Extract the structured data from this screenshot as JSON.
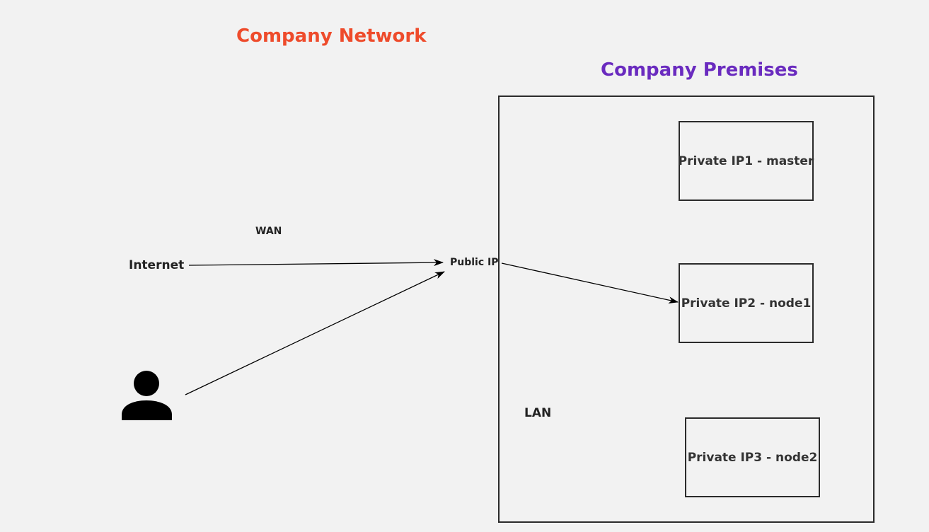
{
  "titles": {
    "network": "Company Network",
    "premises": "Company Premises"
  },
  "labels": {
    "wan": "WAN",
    "internet": "Internet",
    "public_ip": "Public IP",
    "lan": "LAN"
  },
  "nodes": [
    {
      "label": "Private IP1 - master"
    },
    {
      "label": "Private IP2 - node1"
    },
    {
      "label": "Private IP3 - node2"
    }
  ],
  "icons": {
    "user": "user-icon"
  },
  "colors": {
    "network_title": "#ee4b2b",
    "premises_title": "#6a2bbf",
    "stroke": "#000000",
    "background": "#f2f2f2"
  }
}
